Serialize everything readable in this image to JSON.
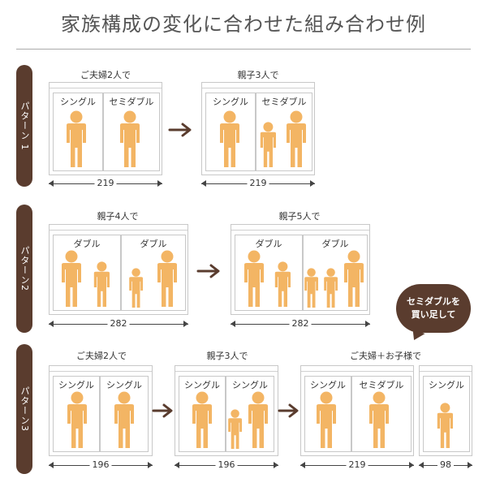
{
  "title": "家族構成の変化に合わせた組み合わせ例",
  "patterns": [
    {
      "label": "パターン 1",
      "steps": [
        {
          "caption": "ご夫婦2人で",
          "beds": [
            "シングル",
            "セミダブル"
          ],
          "width": "219"
        },
        {
          "caption": "親子3人で",
          "beds": [
            "シングル",
            "セミダブル"
          ],
          "width": "219"
        }
      ]
    },
    {
      "label": "パターン2",
      "steps": [
        {
          "caption": "親子4人で",
          "beds": [
            "ダブル",
            "ダブル"
          ],
          "width": "282"
        },
        {
          "caption": "親子5人で",
          "beds": [
            "ダブル",
            "ダブル"
          ],
          "width": "282"
        }
      ]
    },
    {
      "label": "パターン3",
      "steps": [
        {
          "caption": "ご夫婦2人で",
          "beds": [
            "シングル",
            "シングル"
          ],
          "width": "196"
        },
        {
          "caption": "親子3人で",
          "beds": [
            "シングル",
            "シングル"
          ],
          "width": "196"
        },
        {
          "caption": "ご夫婦＋お子様で",
          "beds": [
            "シングル",
            "セミダブル"
          ],
          "width": "219"
        },
        {
          "caption": "",
          "beds": [
            "シングル"
          ],
          "width": "98"
        }
      ]
    }
  ],
  "bubble": {
    "line1": "セミダブルを",
    "line2": "買い足して"
  },
  "colors": {
    "brown": "#5a3c2e",
    "person": "#f3b564",
    "frame": "#c8c8c8"
  }
}
